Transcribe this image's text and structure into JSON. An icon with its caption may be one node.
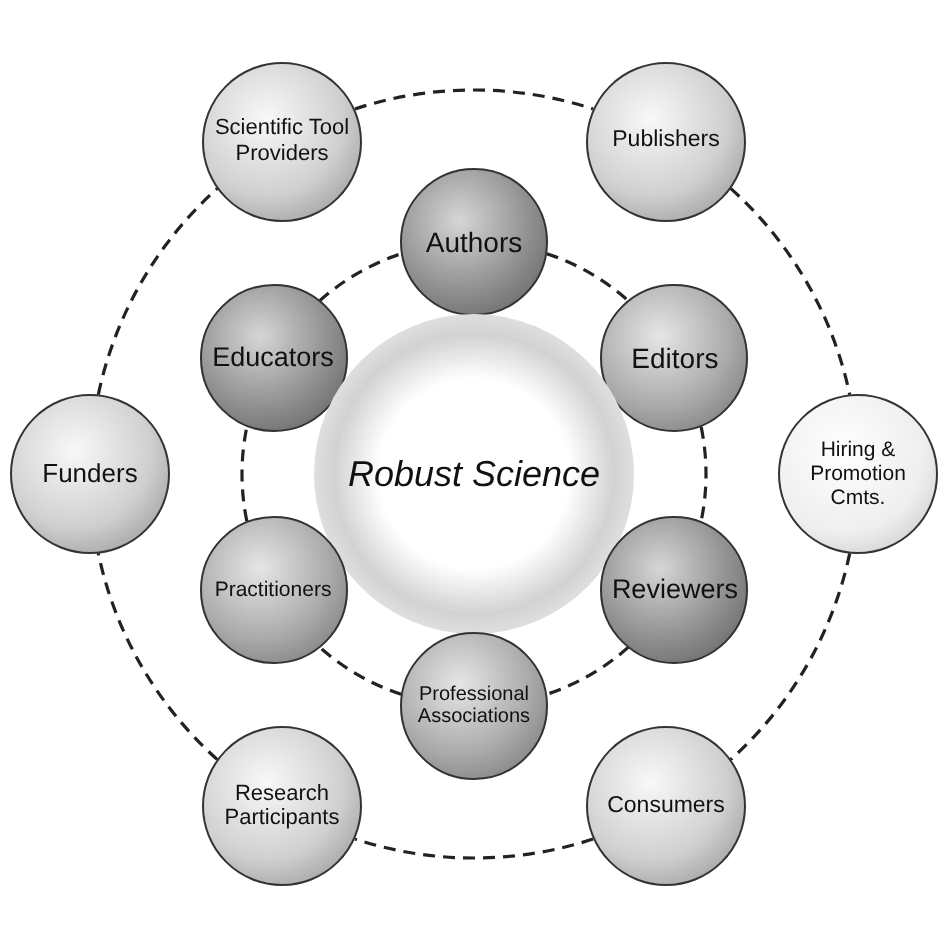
{
  "diagram": {
    "nodes": [
      {
        "text": [
          "Scientific Tool Providers"
        ]
      },
      {
        "text": [
          "Publishers"
        ]
      },
      {
        "text": [
          "Authors"
        ]
      },
      {
        "text": [
          "Educators"
        ]
      },
      {
        "text": [
          "Editors"
        ]
      },
      {
        "text": [
          "Robust Science"
        ]
      },
      {
        "text": [
          "Funders"
        ]
      },
      {
        "text": [
          "Hiring & Promotion Cmts."
        ]
      },
      {
        "text": [
          "Practitioners"
        ]
      },
      {
        "text": [
          "Reviewers"
        ]
      },
      {
        "text": [
          "Professional Associations"
        ]
      },
      {
        "text": [
          "Research Participants"
        ]
      },
      {
        "text": [
          "Consumers"
        ]
      }
    ],
    "edges": [
      {
        "from": 0,
        "to": 1,
        "arrow": "none",
        "style": "dashed"
      },
      {
        "from": 1,
        "to": 7,
        "arrow": "none",
        "style": "dashed"
      },
      {
        "from": 7,
        "to": 12,
        "arrow": "none",
        "style": "dashed"
      },
      {
        "from": 12,
        "to": 11,
        "arrow": "none",
        "style": "dashed"
      },
      {
        "from": 11,
        "to": 6,
        "arrow": "none",
        "style": "dashed"
      },
      {
        "from": 6,
        "to": 0,
        "arrow": "none",
        "style": "dashed"
      },
      {
        "from": 2,
        "to": 4,
        "arrow": "none",
        "style": "dashed"
      },
      {
        "from": 4,
        "to": 9,
        "arrow": "none",
        "style": "dashed"
      },
      {
        "from": 9,
        "to": 10,
        "arrow": "none",
        "style": "dashed"
      },
      {
        "from": 10,
        "to": 8,
        "arrow": "none",
        "style": "dashed"
      },
      {
        "from": 8,
        "to": 3,
        "arrow": "none",
        "style": "dashed"
      },
      {
        "from": 3,
        "to": 2,
        "arrow": "none",
        "style": "dashed"
      }
    ]
  }
}
